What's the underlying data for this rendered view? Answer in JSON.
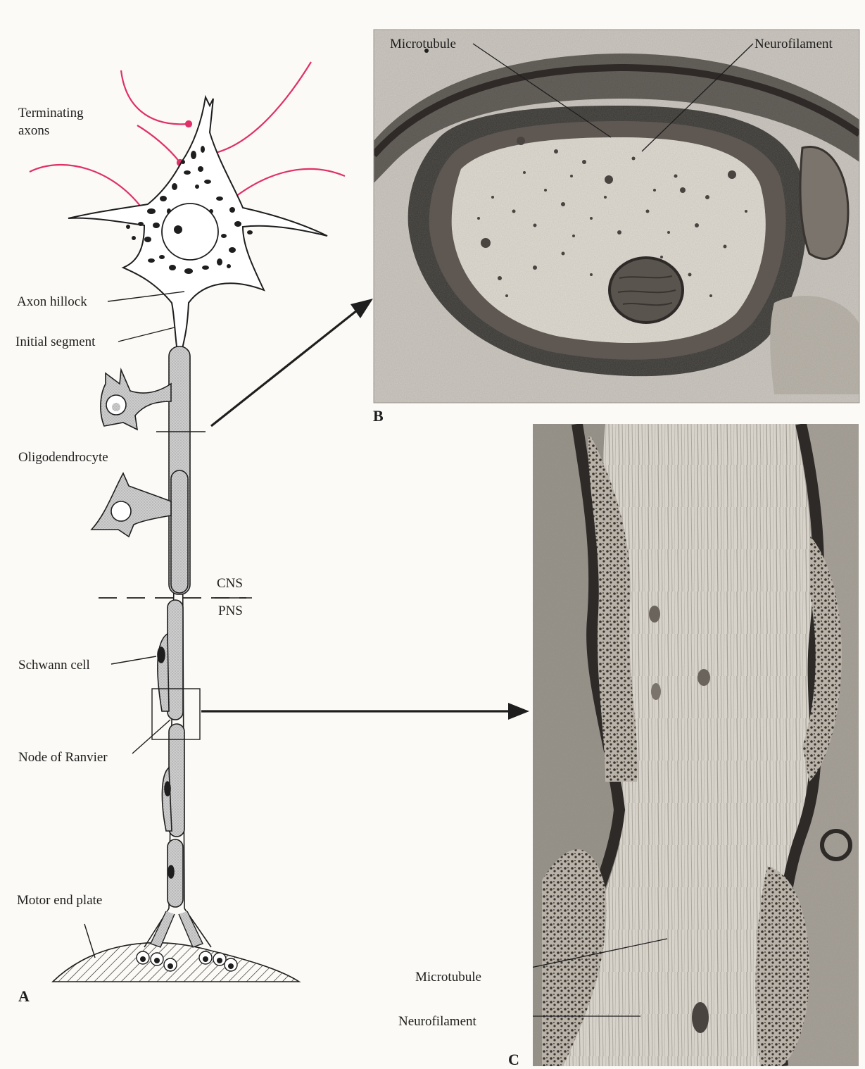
{
  "figure": {
    "panels": {
      "a": {
        "letter": "A"
      },
      "b": {
        "letter": "B"
      },
      "c": {
        "letter": "C"
      }
    },
    "labels": {
      "terminating_axons_1": "Terminating",
      "terminating_axons_2": "axons",
      "axon_hillock": "Axon hillock",
      "initial_segment": "Initial segment",
      "oligodendrocyte": "Oligodendrocyte",
      "cns": "CNS",
      "pns": "PNS",
      "schwann_cell": "Schwann cell",
      "node_of_ranvier": "Node of Ranvier",
      "motor_end_plate": "Motor end plate",
      "b_microtubule": "Microtubule",
      "b_neurofilament": "Neurofilament",
      "c_microtubule": "Microtubule",
      "c_neurofilament": "Neurofilament"
    },
    "colors": {
      "terminating_axon": "#e0306a",
      "ink": "#1e1e1e",
      "myelin_fill": "#c8c8c8",
      "micrograph_bg": "#d4d0c8",
      "micrograph_dark": "#2e2a28"
    }
  }
}
